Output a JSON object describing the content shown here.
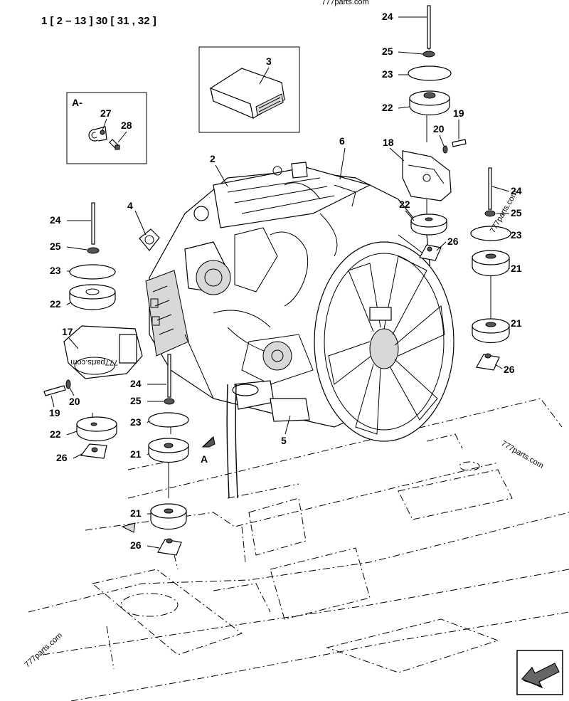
{
  "header": {
    "ref_text": "1 [ 2 – 13 ]   30 [ 31 , 32 ]"
  },
  "watermarks": {
    "top": "777parts.com",
    "right": "777parts.com",
    "bottom_left": "777parts.com",
    "mount_right": "777parts.com",
    "mount_left": "777parts.com"
  },
  "detail_box": {
    "title": "A-"
  },
  "view_marker": "A",
  "callouts": {
    "c1": "24",
    "c2": "25",
    "c3": "23",
    "c4": "22",
    "c5": "19",
    "c6": "20",
    "c7": "18",
    "c8": "3",
    "c9": "27",
    "c10": "28",
    "c11": "2",
    "c12": "6",
    "c13": "24",
    "c14": "25",
    "c15": "23",
    "c16": "22",
    "c17": "17",
    "c18": "20",
    "c19": "19",
    "c20": "22",
    "c21": "26",
    "c22": "4",
    "c23": "24",
    "c24": "25",
    "c25": "23",
    "c26": "21",
    "c27": "5",
    "c28": "21",
    "c29": "26",
    "c30": "22",
    "c31": "26",
    "c32": "24",
    "c33": "25",
    "c34": "23",
    "c35": "21",
    "c36": "21",
    "c37": "26"
  },
  "icons": {
    "nav": "arrow-left-down-icon",
    "ecu": "ecu-module-icon"
  }
}
